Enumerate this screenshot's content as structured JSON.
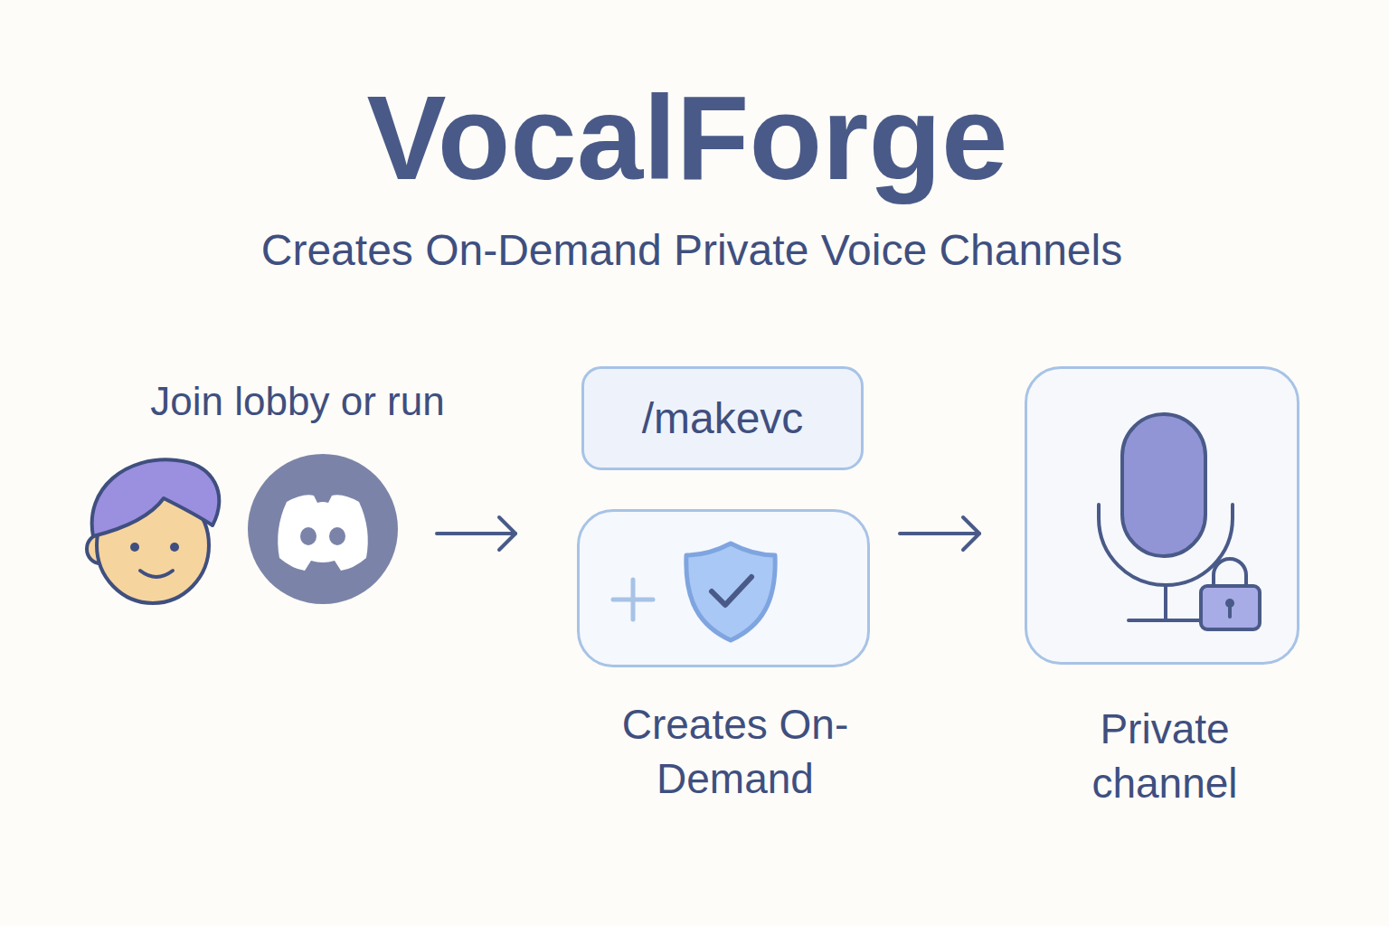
{
  "diagram": {
    "title": "VocalForge",
    "nodes": [
      {
        "text": [
          "Join lobby or run"
        ]
      },
      {
        "text": [
          "/makevc"
        ]
      },
      {
        "text": [
          "Creates On-Demand"
        ]
      },
      {
        "text": [
          "Private channel"
        ]
      }
    ],
    "edges": [
      {
        "from": 0,
        "to": 2,
        "arrow": "to"
      },
      {
        "from": 2,
        "to": 3,
        "arrow": "to"
      }
    ],
    "labels": [
      "Creates On-Demand Private Voice Channels"
    ]
  }
}
